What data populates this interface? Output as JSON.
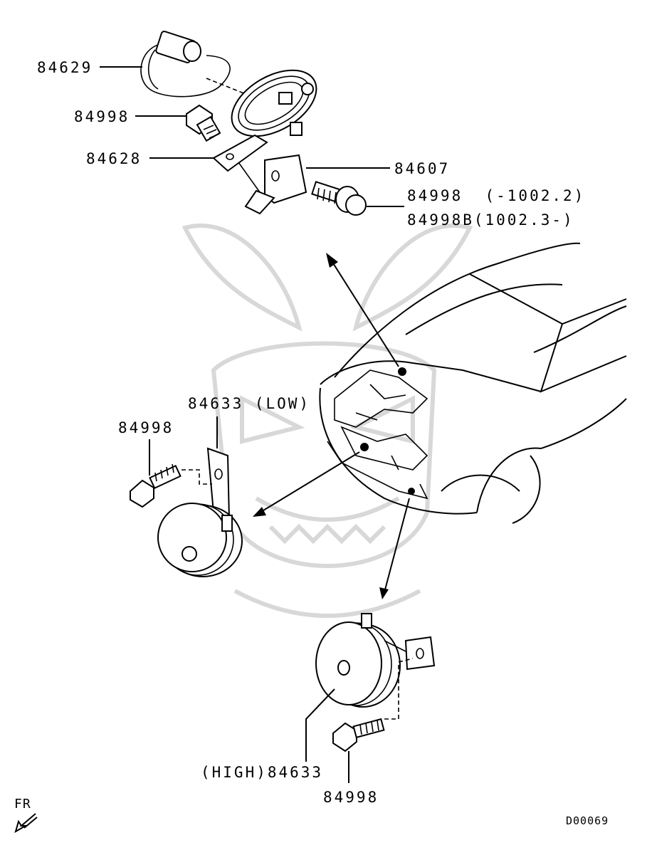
{
  "labels": {
    "harness": "84629",
    "bolt_top": "84998",
    "bracket_top": "84628",
    "horn_top": "84607",
    "bolt_top_right_a": "84998  (-1002.2)",
    "bolt_top_right_b": "84998B(1002.3-)",
    "horn_low": "84633 (LOW)",
    "bolt_low": "84998",
    "horn_high": "(HIGH)84633",
    "bolt_high": "84998"
  },
  "footer": {
    "direction": "FR",
    "diagram_code": "D00069"
  },
  "icons": {
    "front_arrow": "arrow-down-left-icon",
    "watermark": "samurai-mask-watermark"
  }
}
